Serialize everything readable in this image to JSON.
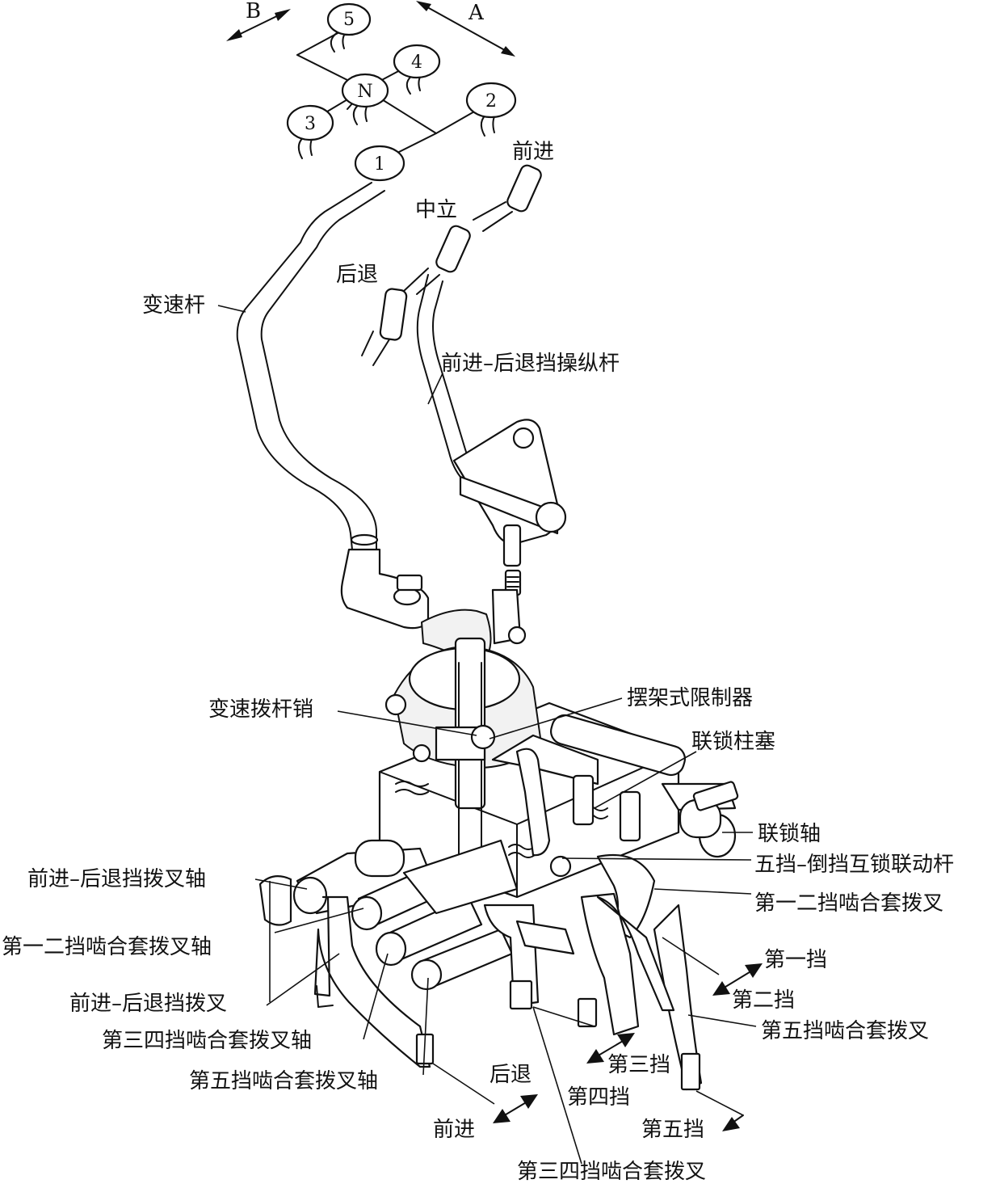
{
  "direction_labels": {
    "a": "A",
    "b": "B"
  },
  "gate_positions": [
    "5",
    "4",
    "N",
    "3",
    "2",
    "1"
  ],
  "labels": {
    "forward": "前进",
    "neutral": "中立",
    "reverse": "后退",
    "shift_lever": "变速杆",
    "fr_control_lever": "前进–后退挡操纵杆",
    "shift_pin": "变速拨杆销",
    "swing_limiter": "摆架式限制器",
    "interlock_plunger": "联锁柱塞",
    "interlock_shaft": "联锁轴",
    "fifth_reverse_link": "五挡–倒挡互锁联动杆",
    "fork_1_2": "第一二挡啮合套拨叉",
    "fr_fork_shaft": "前进–后退挡拨叉轴",
    "fork_shaft_1_2": "第一二挡啮合套拨叉轴",
    "fr_fork": "前进–后退挡拨叉",
    "fork_shaft_3_4": "第三四挡啮合套拨叉轴",
    "fork_shaft_5": "第五挡啮合套拨叉轴",
    "fork_5": "第五挡啮合套拨叉",
    "fork_3_4": "第三四挡啮合套拨叉",
    "gear_1": "第一挡",
    "gear_2": "第二挡",
    "gear_3": "第三挡",
    "gear_4": "第四挡",
    "gear_5": "第五挡",
    "bottom_reverse": "后退",
    "bottom_forward": "前进"
  }
}
